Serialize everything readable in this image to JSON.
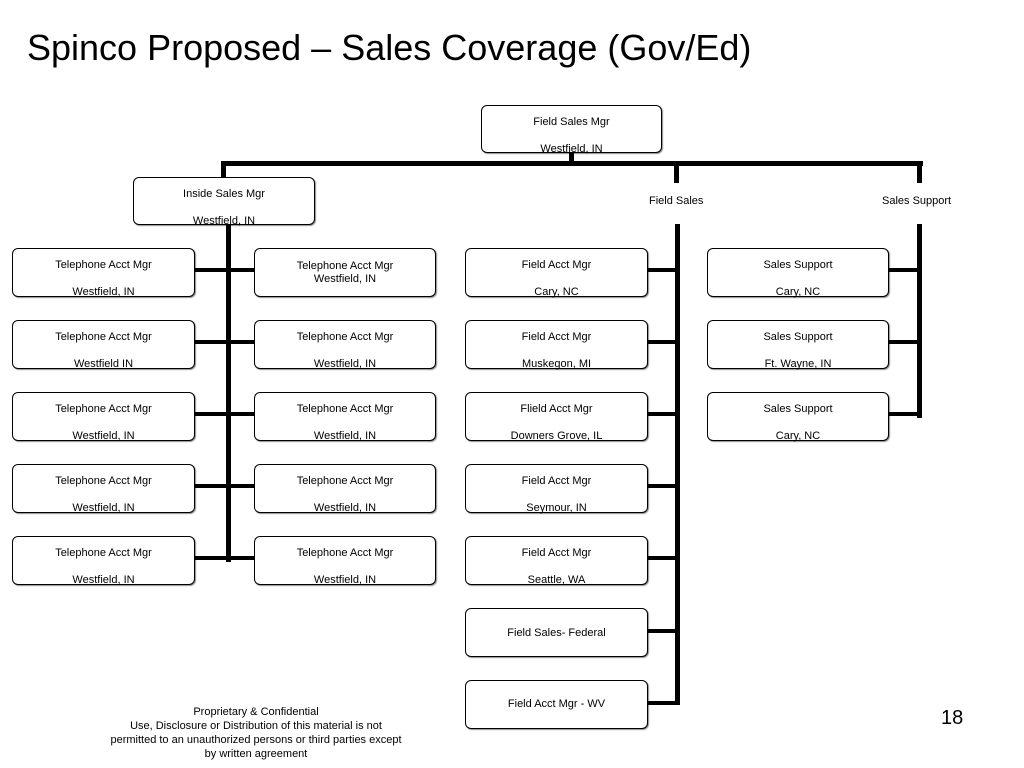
{
  "slide": {
    "title": "Spinco Proposed – Sales Coverage (Gov/Ed)",
    "page_number": "18"
  },
  "org": {
    "root": {
      "role": "Field Sales Mgr",
      "location": "Westfield, IN"
    },
    "inside_sales": {
      "role": "Inside Sales Mgr",
      "location": "Westfield, IN"
    },
    "field_sales_label": "Field Sales",
    "sales_support_label": "Sales Support",
    "telephone_left": [
      {
        "role": "Telephone Acct Mgr",
        "location": "Westfield, IN"
      },
      {
        "role": "Telephone Acct Mgr",
        "location": "Westfield IN"
      },
      {
        "role": "Telephone Acct Mgr",
        "location": "Westfield, IN"
      },
      {
        "role": "Telephone Acct Mgr",
        "location": "Westfield, IN"
      },
      {
        "role": "Telephone Acct Mgr",
        "location": "Westfield, IN"
      }
    ],
    "telephone_right": [
      {
        "role": "Telephone Acct Mgr",
        "location": "Westfield, IN"
      },
      {
        "role": "Telephone Acct Mgr",
        "location": "Westfield, IN"
      },
      {
        "role": "Telephone Acct Mgr",
        "location": "Westfield, IN"
      },
      {
        "role": "Telephone Acct Mgr",
        "location": "Westfield, IN"
      },
      {
        "role": "Telephone Acct Mgr",
        "location": "Westfield, IN"
      }
    ],
    "field_accounts": [
      {
        "role": "Field Acct Mgr",
        "location": "Cary, NC"
      },
      {
        "role": "Field Acct Mgr",
        "location": "Muskegon, MI"
      },
      {
        "role": "Flield Acct Mgr",
        "location": "Downers Grove, IL"
      },
      {
        "role": "Field Acct Mgr",
        "location": "Seymour, IN"
      },
      {
        "role": "Field Acct Mgr",
        "location": "Seattle, WA"
      },
      {
        "role": "Field Sales- Federal"
      },
      {
        "role": "Field Acct Mgr - WV"
      }
    ],
    "sales_support": [
      {
        "role": "Sales Support",
        "location": "Cary, NC"
      },
      {
        "role": "Sales Support",
        "location": "Ft. Wayne, IN"
      },
      {
        "role": "Sales Support",
        "location": "Cary, NC"
      }
    ]
  },
  "footer": {
    "lines": [
      "Proprietary & Confidential",
      "Use, Disclosure or Distribution of this material is not",
      "permitted to an unauthorized persons or third parties except",
      "by written agreement"
    ]
  }
}
